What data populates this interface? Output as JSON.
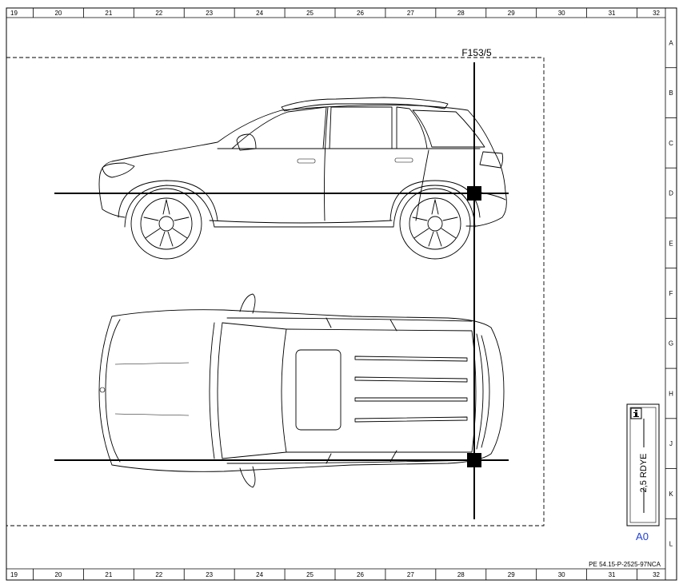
{
  "ruler": {
    "columns": [
      "19",
      "20",
      "21",
      "22",
      "23",
      "24",
      "25",
      "26",
      "27",
      "28",
      "29",
      "30",
      "31",
      "32"
    ],
    "rows": [
      "A",
      "B",
      "C",
      "D",
      "E",
      "F",
      "G",
      "H",
      "J",
      "K",
      "L"
    ]
  },
  "connector": {
    "label": "F153/5"
  },
  "legend": {
    "wire": "2,5 RDYE",
    "info_icon": "info-icon"
  },
  "ground": {
    "label": "A0"
  },
  "footer": {
    "doc_id": "PE 54.15-P-2525-97NCA"
  },
  "colors": {
    "line": "#000000",
    "ground_label": "#1f3fd6",
    "background": "#ffffff"
  }
}
